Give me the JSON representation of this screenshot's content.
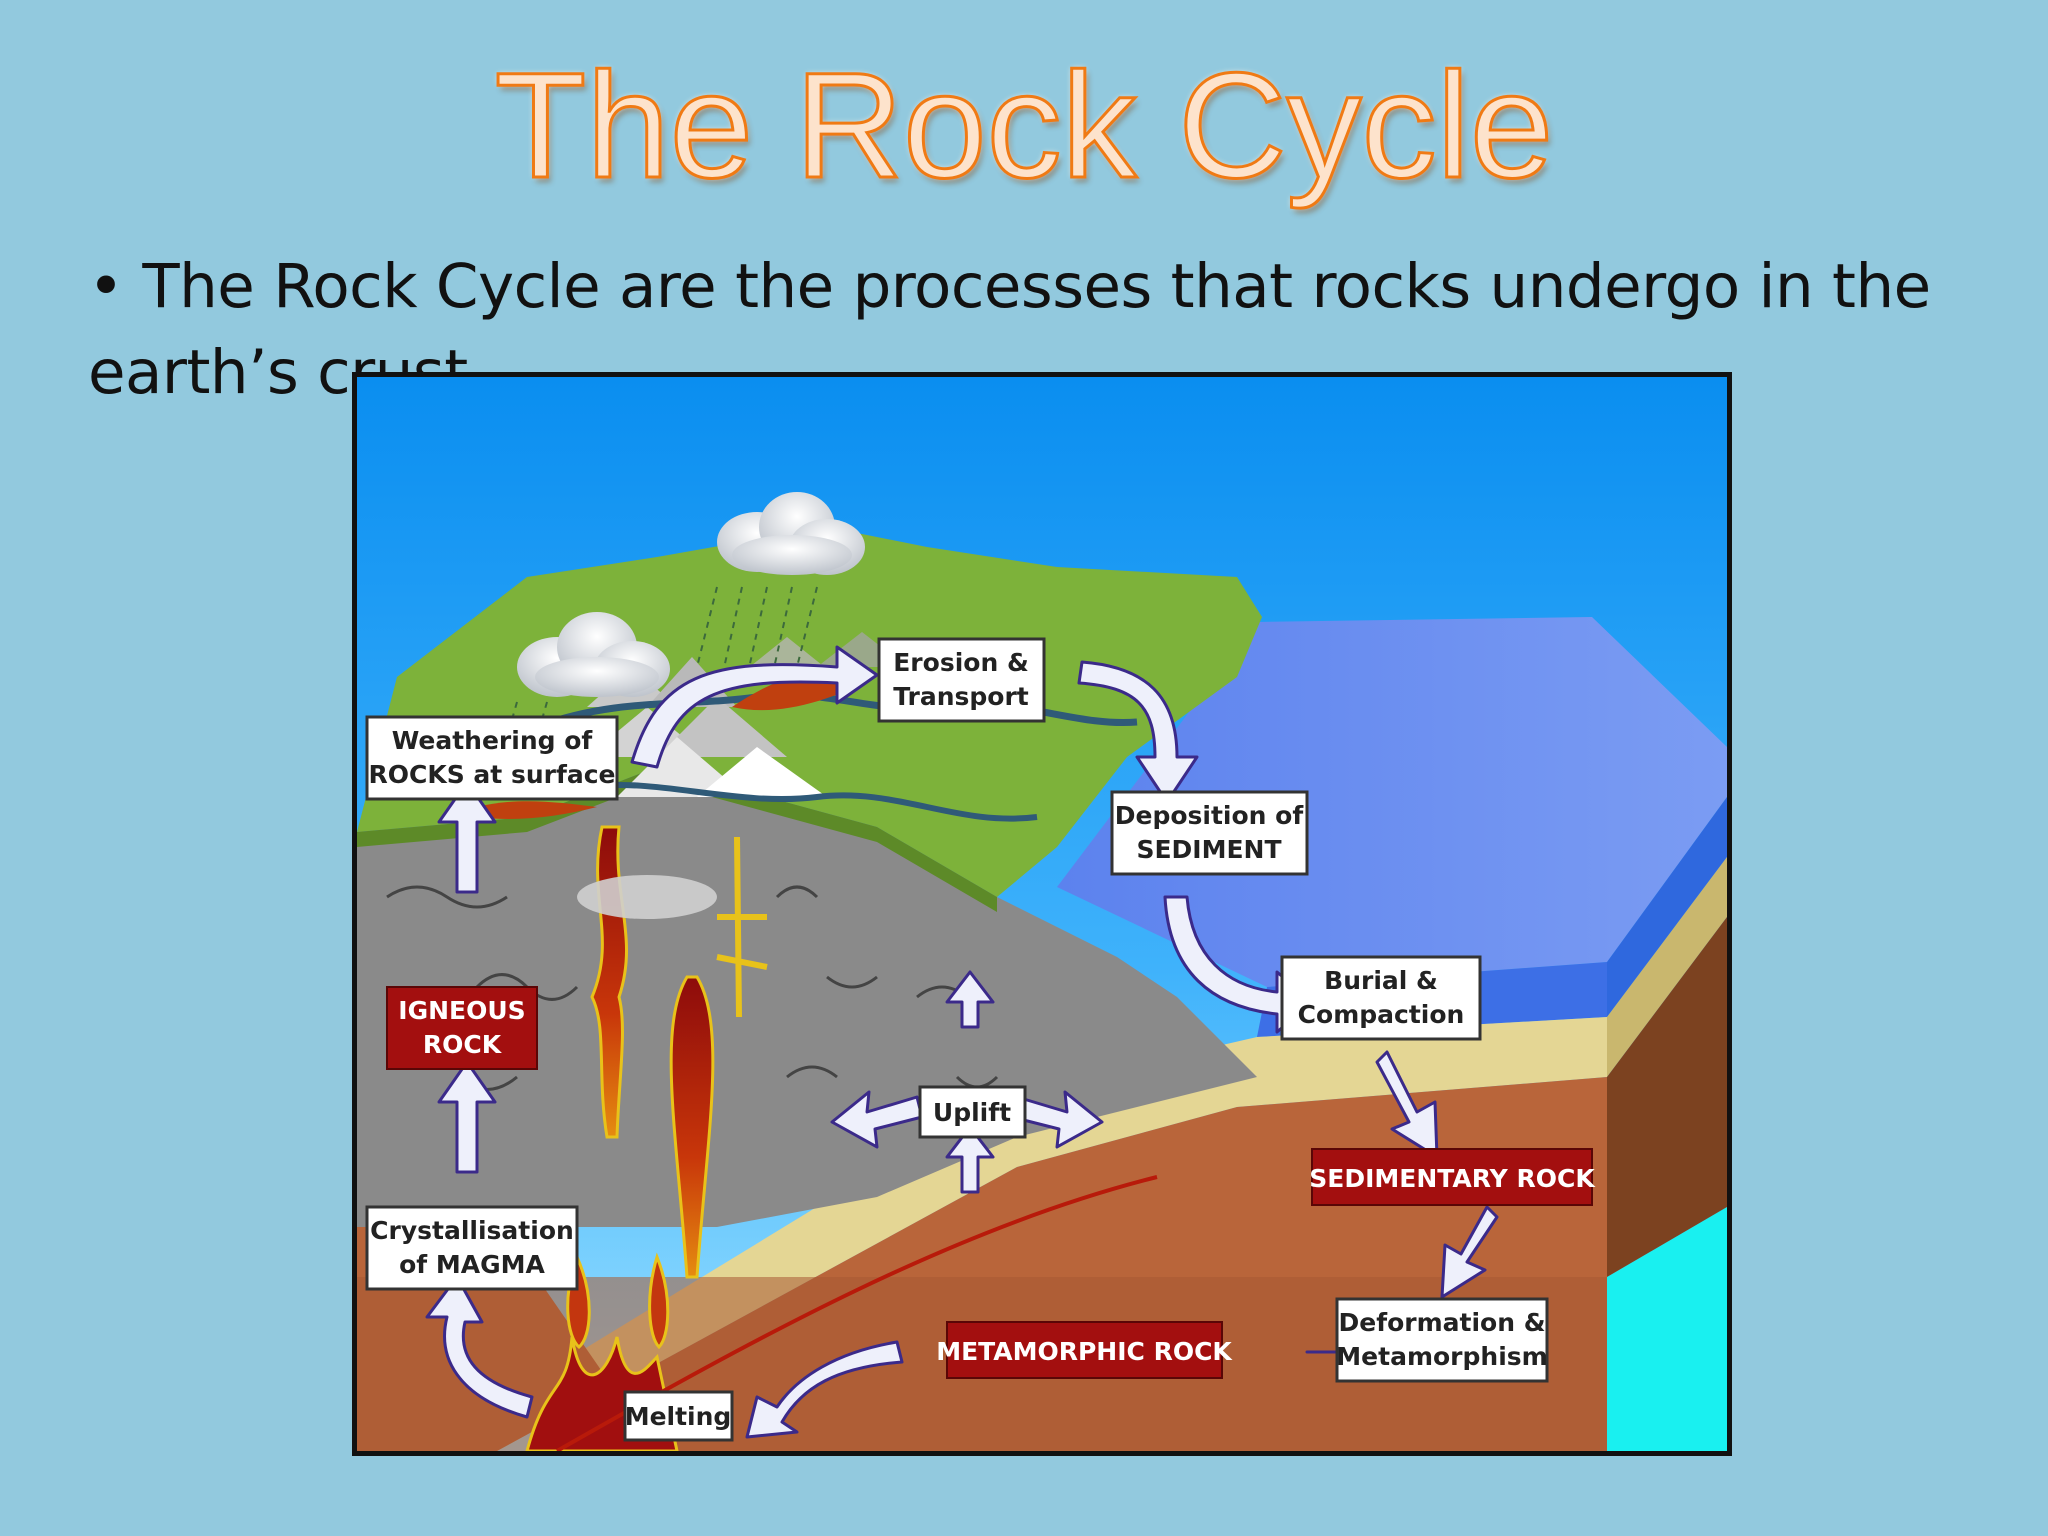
{
  "slide": {
    "title": "The Rock Cycle",
    "bullet": "• The Rock Cycle are the processes that rocks undergo in the earth’s crust."
  },
  "diagram": {
    "process_labels": {
      "weathering": [
        "Weathering of",
        "ROCKS at surface"
      ],
      "erosion": [
        "Erosion &",
        "Transport"
      ],
      "deposition": [
        "Deposition of",
        "SEDIMENT"
      ],
      "burial": [
        "Burial &",
        "Compaction"
      ],
      "uplift": [
        "Uplift"
      ],
      "crystallisation": [
        "Crystallisation",
        "of MAGMA"
      ],
      "deformation": [
        "Deformation &",
        "Metamorphism"
      ],
      "melting": [
        "Melting"
      ]
    },
    "rock_labels": {
      "igneous": [
        "IGNEOUS",
        "ROCK"
      ],
      "sedimentary": [
        "SEDIMENTARY ROCK"
      ],
      "metamorphic": [
        "METAMORPHIC ROCK"
      ]
    },
    "colors": {
      "sky_top": "#0a8ef0",
      "sky_bottom": "#9fe3ff",
      "land": "#7db23a",
      "ocean": "#6e8ff0",
      "rock_label_fill": "#a30f0f",
      "arrow_fill": "#eef0fb",
      "arrow_stroke": "#3b2a8a"
    }
  }
}
